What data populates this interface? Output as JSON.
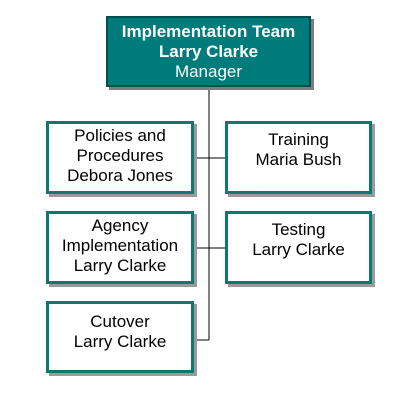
{
  "org_chart": {
    "root": {
      "lines": [
        "Implementation Team",
        "Larry Clarke",
        "Manager"
      ],
      "fill_color": "#007b7b",
      "text_color": "#ffffff"
    },
    "children": [
      {
        "id": "policies",
        "lines": [
          "Policies and",
          "Procedures",
          "Debora Jones"
        ]
      },
      {
        "id": "training",
        "lines": [
          "Training",
          "Maria Bush"
        ]
      },
      {
        "id": "agency",
        "lines": [
          "Agency",
          "Implementation",
          "Larry Clarke"
        ]
      },
      {
        "id": "testing",
        "lines": [
          "Testing",
          "Larry Clarke"
        ]
      },
      {
        "id": "cutover",
        "lines": [
          "Cutover",
          "Larry Clarke"
        ]
      }
    ],
    "colors": {
      "child_border": "#0a7a6f",
      "connector": "#000000",
      "shadow": "#9a9a9a"
    }
  }
}
